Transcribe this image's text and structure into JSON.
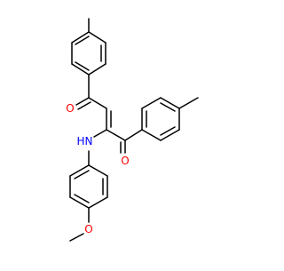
{
  "molecule": {
    "atom_labels": {
      "ketone_oxygen_upper": "O",
      "ketone_oxygen_lower": "O",
      "amine_nitrogen": "N",
      "amine_hydrogen": "H",
      "ether_oxygen": "O"
    },
    "colors": {
      "bond": "#000000",
      "oxygen": "#ff0000",
      "nitrogen": "#0000ff",
      "background": "#ffffff"
    }
  }
}
